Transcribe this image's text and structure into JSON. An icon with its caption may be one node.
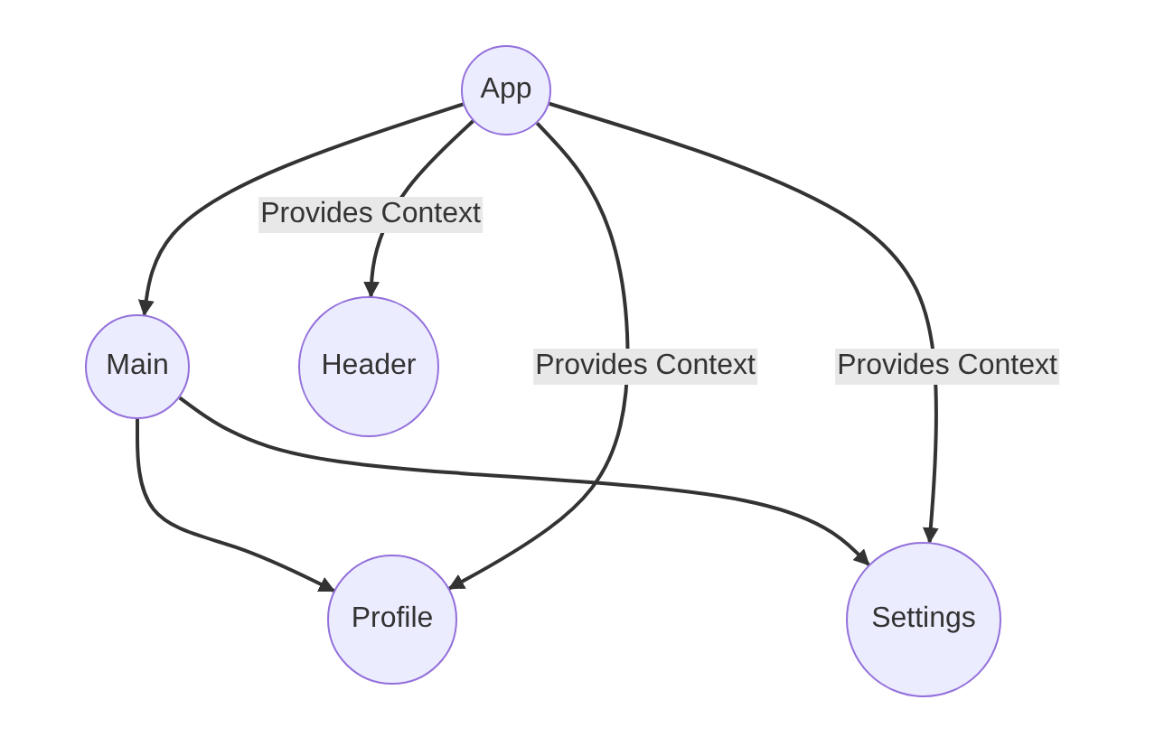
{
  "diagram": {
    "nodes": [
      {
        "text": [
          "App"
        ]
      },
      {
        "text": [
          "Main"
        ]
      },
      {
        "text": [
          "Header"
        ]
      },
      {
        "text": [
          "Profile"
        ]
      },
      {
        "text": [
          "Settings"
        ]
      }
    ],
    "edges": [
      {
        "from": 0,
        "to": 1,
        "arrow": "to"
      },
      {
        "from": 0,
        "to": 2,
        "arrow": "to",
        "label": "Provides Context"
      },
      {
        "from": 0,
        "to": 3,
        "arrow": "to",
        "label": "Provides Context"
      },
      {
        "from": 0,
        "to": 4,
        "arrow": "to",
        "label": "Provides Context"
      },
      {
        "from": 1,
        "to": 3,
        "arrow": "to"
      },
      {
        "from": 1,
        "to": 4,
        "arrow": "to"
      }
    ]
  }
}
